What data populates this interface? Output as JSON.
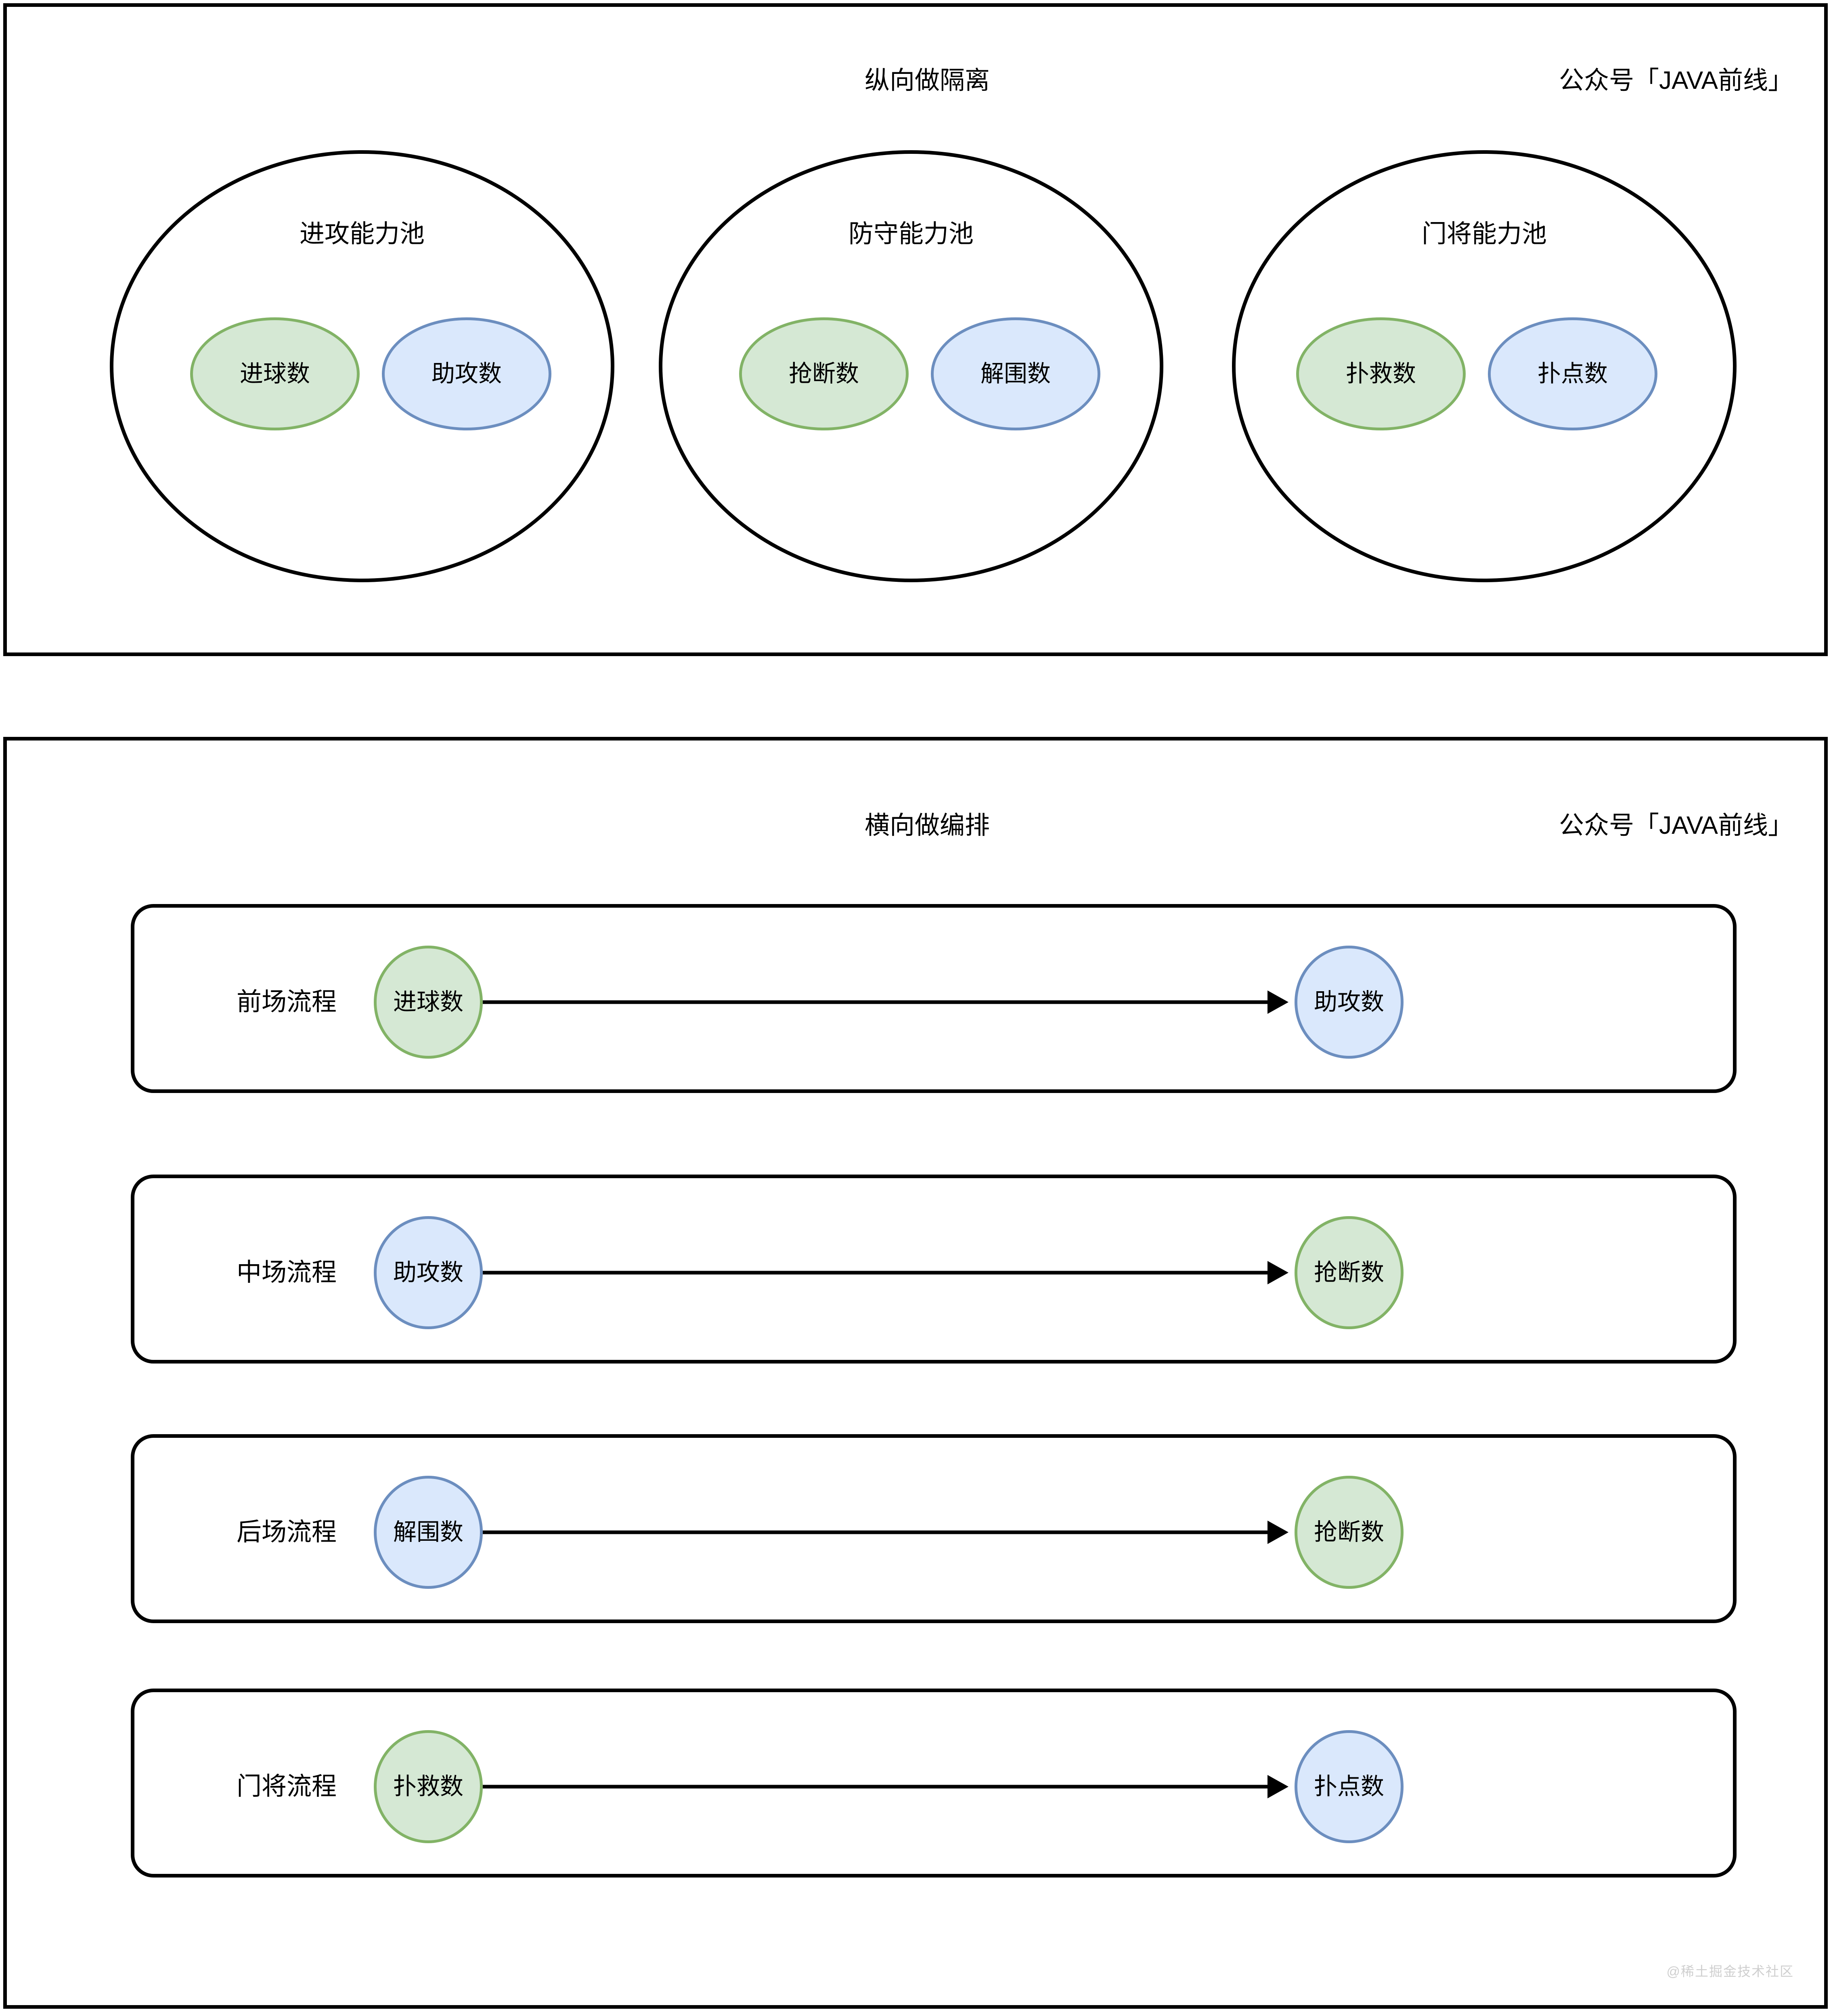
{
  "colors": {
    "green_fill": "#d5e8d4",
    "green_stroke": "#82b366",
    "blue_fill": "#dae8fc",
    "blue_stroke": "#6c8ebf",
    "outline": "#000000",
    "background": "#ffffff",
    "watermark": "#cfcfcf"
  },
  "panels": [
    {
      "id": "isolation",
      "header_center": "纵向做隔离",
      "header_right": "公众号「JAVA前线」",
      "pools": [
        {
          "title": "进攻能力池",
          "metrics": [
            {
              "label": "进球数",
              "color": "green"
            },
            {
              "label": "助攻数",
              "color": "blue"
            }
          ]
        },
        {
          "title": "防守能力池",
          "metrics": [
            {
              "label": "抢断数",
              "color": "green"
            },
            {
              "label": "解围数",
              "color": "blue"
            }
          ]
        },
        {
          "title": "门将能力池",
          "metrics": [
            {
              "label": "扑救数",
              "color": "green"
            },
            {
              "label": "扑点数",
              "color": "blue"
            }
          ]
        }
      ]
    },
    {
      "id": "orchestration",
      "header_center": "横向做编排",
      "header_right": "公众号「JAVA前线」",
      "flows": [
        {
          "label": "前场流程",
          "source": {
            "label": "进球数",
            "color": "green"
          },
          "target": {
            "label": "助攻数",
            "color": "blue"
          }
        },
        {
          "label": "中场流程",
          "source": {
            "label": "助攻数",
            "color": "blue"
          },
          "target": {
            "label": "抢断数",
            "color": "green"
          }
        },
        {
          "label": "后场流程",
          "source": {
            "label": "解围数",
            "color": "blue"
          },
          "target": {
            "label": "抢断数",
            "color": "green"
          }
        },
        {
          "label": "门将流程",
          "source": {
            "label": "扑救数",
            "color": "green"
          },
          "target": {
            "label": "扑点数",
            "color": "blue"
          }
        }
      ]
    }
  ],
  "watermark": "@稀土掘金技术社区"
}
